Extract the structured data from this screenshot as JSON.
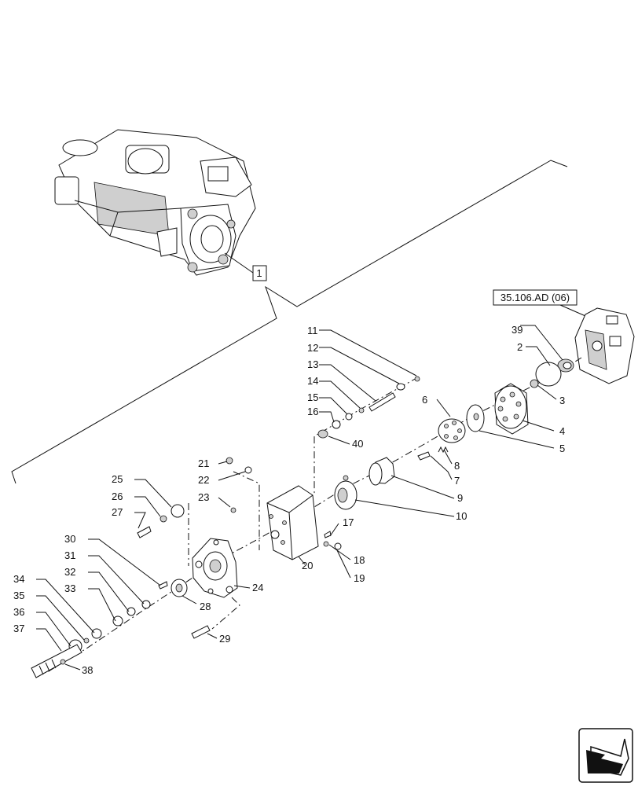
{
  "assembly": {
    "label": "1"
  },
  "reference": {
    "label": "35.106.AD (06)"
  },
  "callouts": [
    "1",
    "2",
    "3",
    "4",
    "5",
    "6",
    "7",
    "8",
    "9",
    "10",
    "11",
    "12",
    "13",
    "14",
    "15",
    "16",
    "17",
    "18",
    "19",
    "20",
    "21",
    "22",
    "23",
    "24",
    "25",
    "26",
    "27",
    "28",
    "29",
    "30",
    "31",
    "32",
    "33",
    "34",
    "35",
    "36",
    "37",
    "38",
    "39",
    "40"
  ],
  "nav_icon": "back-arrow-icon"
}
